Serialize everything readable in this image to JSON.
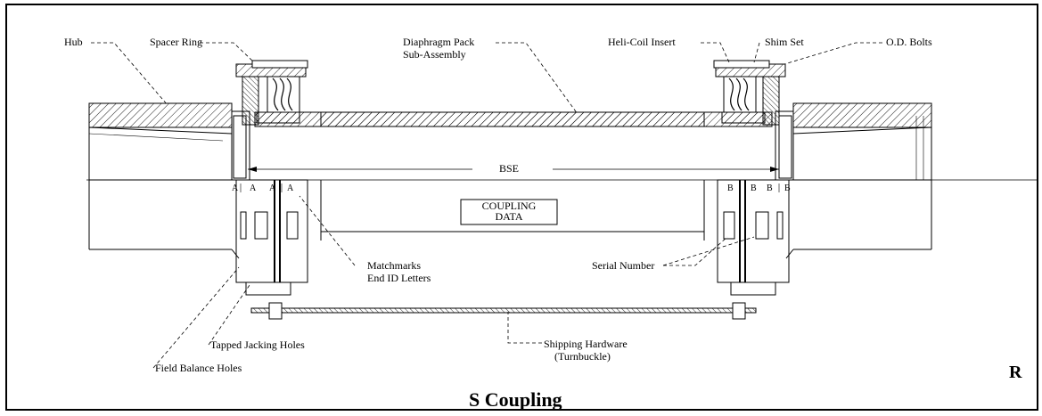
{
  "labels": {
    "hub": "Hub",
    "spacer_ring": "Spacer Ring",
    "diaphragm_line1": "Diaphragm Pack",
    "diaphragm_line2": "Sub-Assembly",
    "helicoil": "Heli-Coil Insert",
    "shim_set": "Shim Set",
    "od_bolts": "O.D. Bolts",
    "bse": "BSE",
    "coupling_data_line1": "COUPLING",
    "coupling_data_line2": "DATA",
    "matchmarks_line1": "Matchmarks",
    "matchmarks_line2": "End ID Letters",
    "serial_number": "Serial Number",
    "tapped_jacking": "Tapped Jacking Holes",
    "field_balance": "Field Balance Holes",
    "shipping_line1": "Shipping Hardware",
    "shipping_line2": "(Turnbuckle)",
    "end_a": "A",
    "end_b": "B",
    "corner_mark": "R"
  },
  "title": "S Coupling"
}
